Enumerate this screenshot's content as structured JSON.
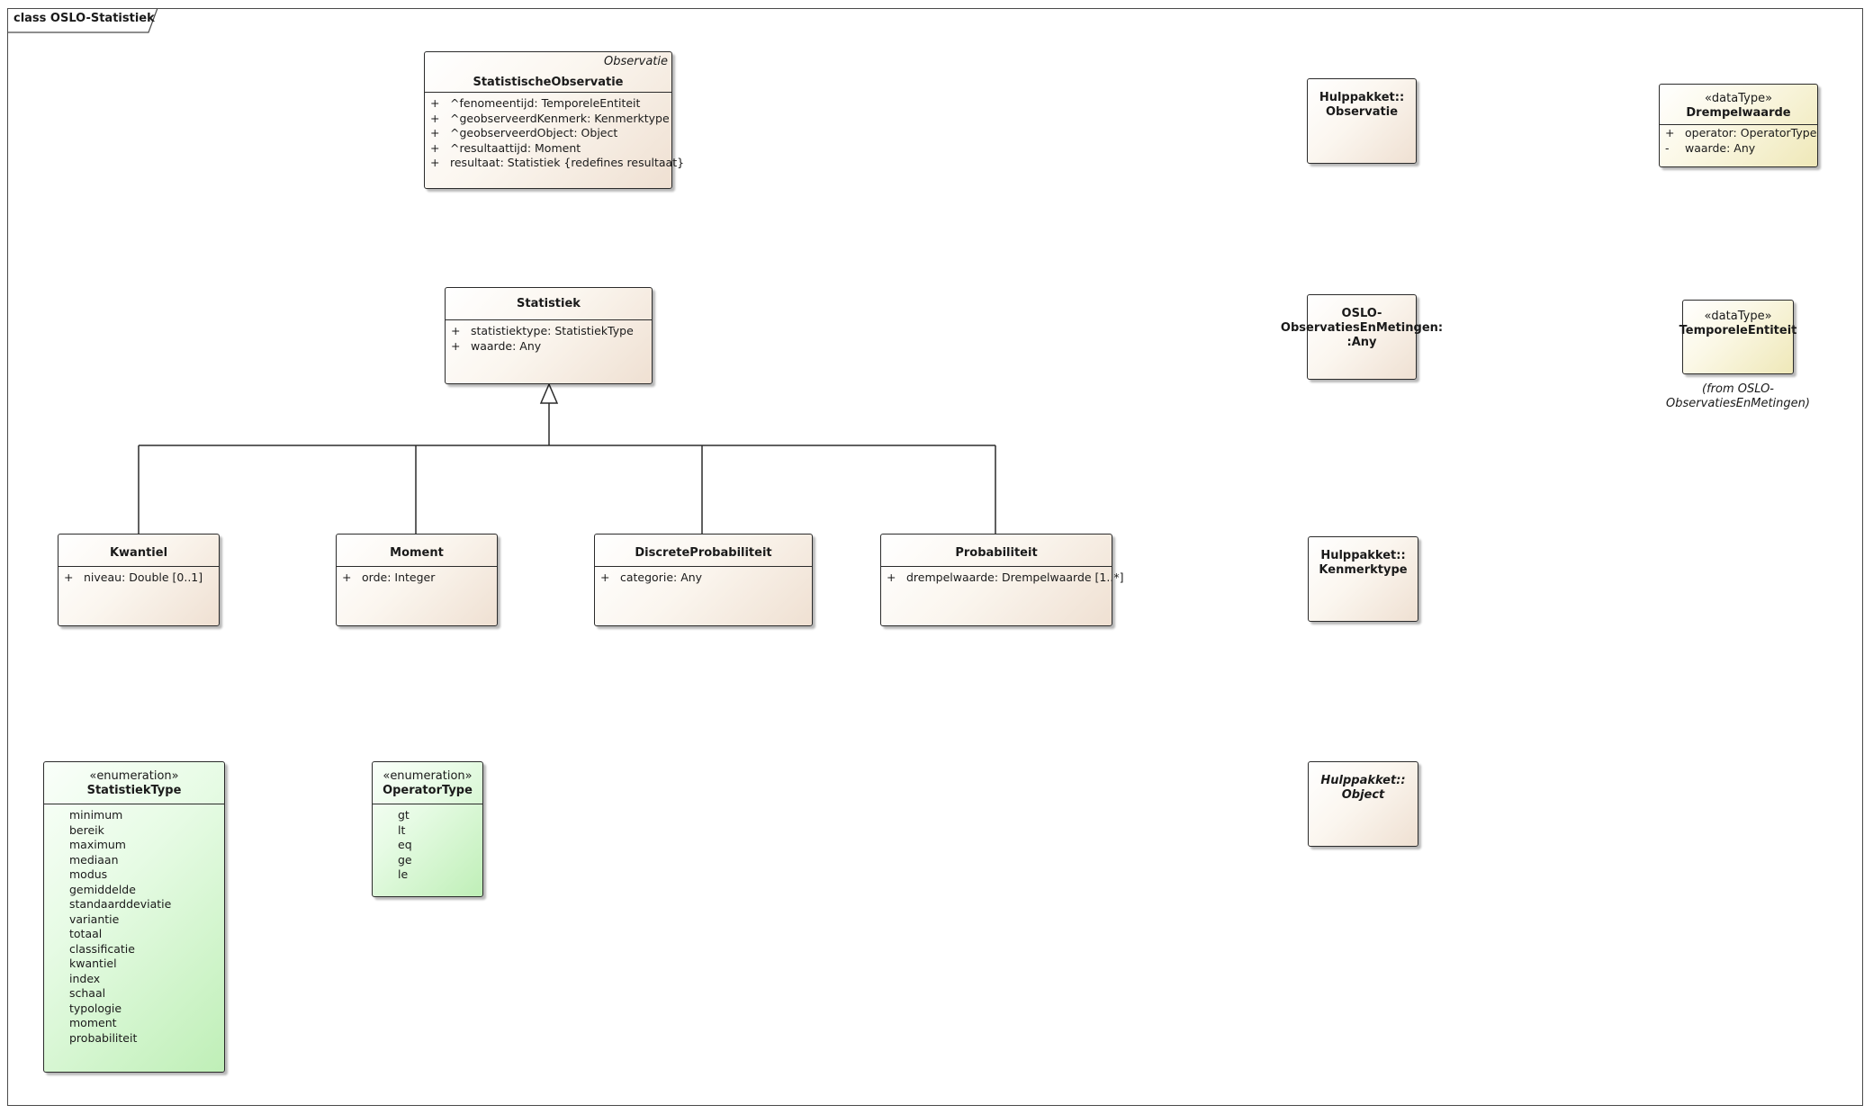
{
  "frame": {
    "title": "class OSLO-Statistiek"
  },
  "classes": {
    "statistische_observatie": {
      "parent": "Observatie",
      "name": "StatistischeObservatie",
      "attributes": [
        {
          "vis": "+",
          "text": "^fenomeentijd: TemporeleEntiteit"
        },
        {
          "vis": "+",
          "text": "^geobserveerdKenmerk: Kenmerktype"
        },
        {
          "vis": "+",
          "text": "^geobserveerdObject: Object"
        },
        {
          "vis": "+",
          "text": "^resultaattijd: Moment"
        },
        {
          "vis": "+",
          "text": "resultaat: Statistiek {redefines resultaat}"
        }
      ]
    },
    "statistiek": {
      "name": "Statistiek",
      "attributes": [
        {
          "vis": "+",
          "text": "statistiektype: StatistiekType"
        },
        {
          "vis": "+",
          "text": "waarde: Any"
        }
      ]
    },
    "kwantiel": {
      "name": "Kwantiel",
      "attributes": [
        {
          "vis": "+",
          "text": "niveau: Double [0..1]"
        }
      ]
    },
    "moment": {
      "name": "Moment",
      "attributes": [
        {
          "vis": "+",
          "text": "orde: Integer"
        }
      ]
    },
    "discrete_probabiliteit": {
      "name": "DiscreteProbabiliteit",
      "attributes": [
        {
          "vis": "+",
          "text": "categorie: Any"
        }
      ]
    },
    "probabiliteit": {
      "name": "Probabiliteit",
      "attributes": [
        {
          "vis": "+",
          "text": "drempelwaarde: Drempelwaarde [1..*]"
        }
      ]
    },
    "statistiek_type": {
      "stereotype": "«enumeration»",
      "name": "StatistiekType",
      "literals": [
        "minimum",
        "bereik",
        "maximum",
        "mediaan",
        "modus",
        "gemiddelde",
        "standaarddeviatie",
        "variantie",
        "totaal",
        "classificatie",
        "kwantiel",
        "index",
        "schaal",
        "typologie",
        "moment",
        "probabiliteit"
      ]
    },
    "operator_type": {
      "stereotype": "«enumeration»",
      "name": "OperatorType",
      "literals": [
        "gt",
        "lt",
        "eq",
        "ge",
        "le"
      ]
    },
    "hulp_observatie": {
      "name_line1": "Hulppakket::",
      "name_line2": "Observatie"
    },
    "oslo_any": {
      "name_line1": "OSLO-",
      "name_line2": "ObservatiesEnMetingen:",
      "name_line3": ":Any"
    },
    "hulp_kenmerktype": {
      "name_line1": "Hulppakket::",
      "name_line2": "Kenmerktype"
    },
    "hulp_object": {
      "name_line1": "Hulppakket::",
      "name_line2": "Object"
    },
    "drempelwaarde": {
      "stereotype": "«dataType»",
      "name": "Drempelwaarde",
      "attributes": [
        {
          "vis": "+",
          "text": "operator: OperatorType"
        },
        {
          "vis": "-",
          "text": "waarde: Any"
        }
      ]
    },
    "temporele_entiteit": {
      "stereotype": "«dataType»",
      "name": "TemporeleEntiteit",
      "from_line1": "(from OSLO-",
      "from_line2": "ObservatiesEnMetingen)"
    }
  }
}
